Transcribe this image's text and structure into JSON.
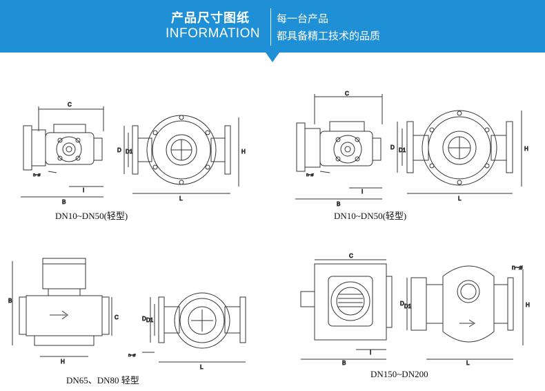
{
  "banner": {
    "title": "产品尺寸图纸",
    "subtitle": "INFORMATION",
    "tagline_line1": "每一台产品",
    "tagline_line2": "都具备精工技术的品质",
    "color": "#1f8fd6"
  },
  "drawings": [
    {
      "caption": "DN10~DN50(轻型)"
    },
    {
      "caption": "DN10~DN50(轻型)"
    },
    {
      "caption": "DN65、DN80 轻型"
    },
    {
      "caption": "DN150~DN200"
    }
  ],
  "dims": {
    "c": "C",
    "d": "D",
    "d1": "D1",
    "h": "H",
    "l": "L",
    "b": "B",
    "i": "I",
    "n_phi": "n~ø"
  }
}
